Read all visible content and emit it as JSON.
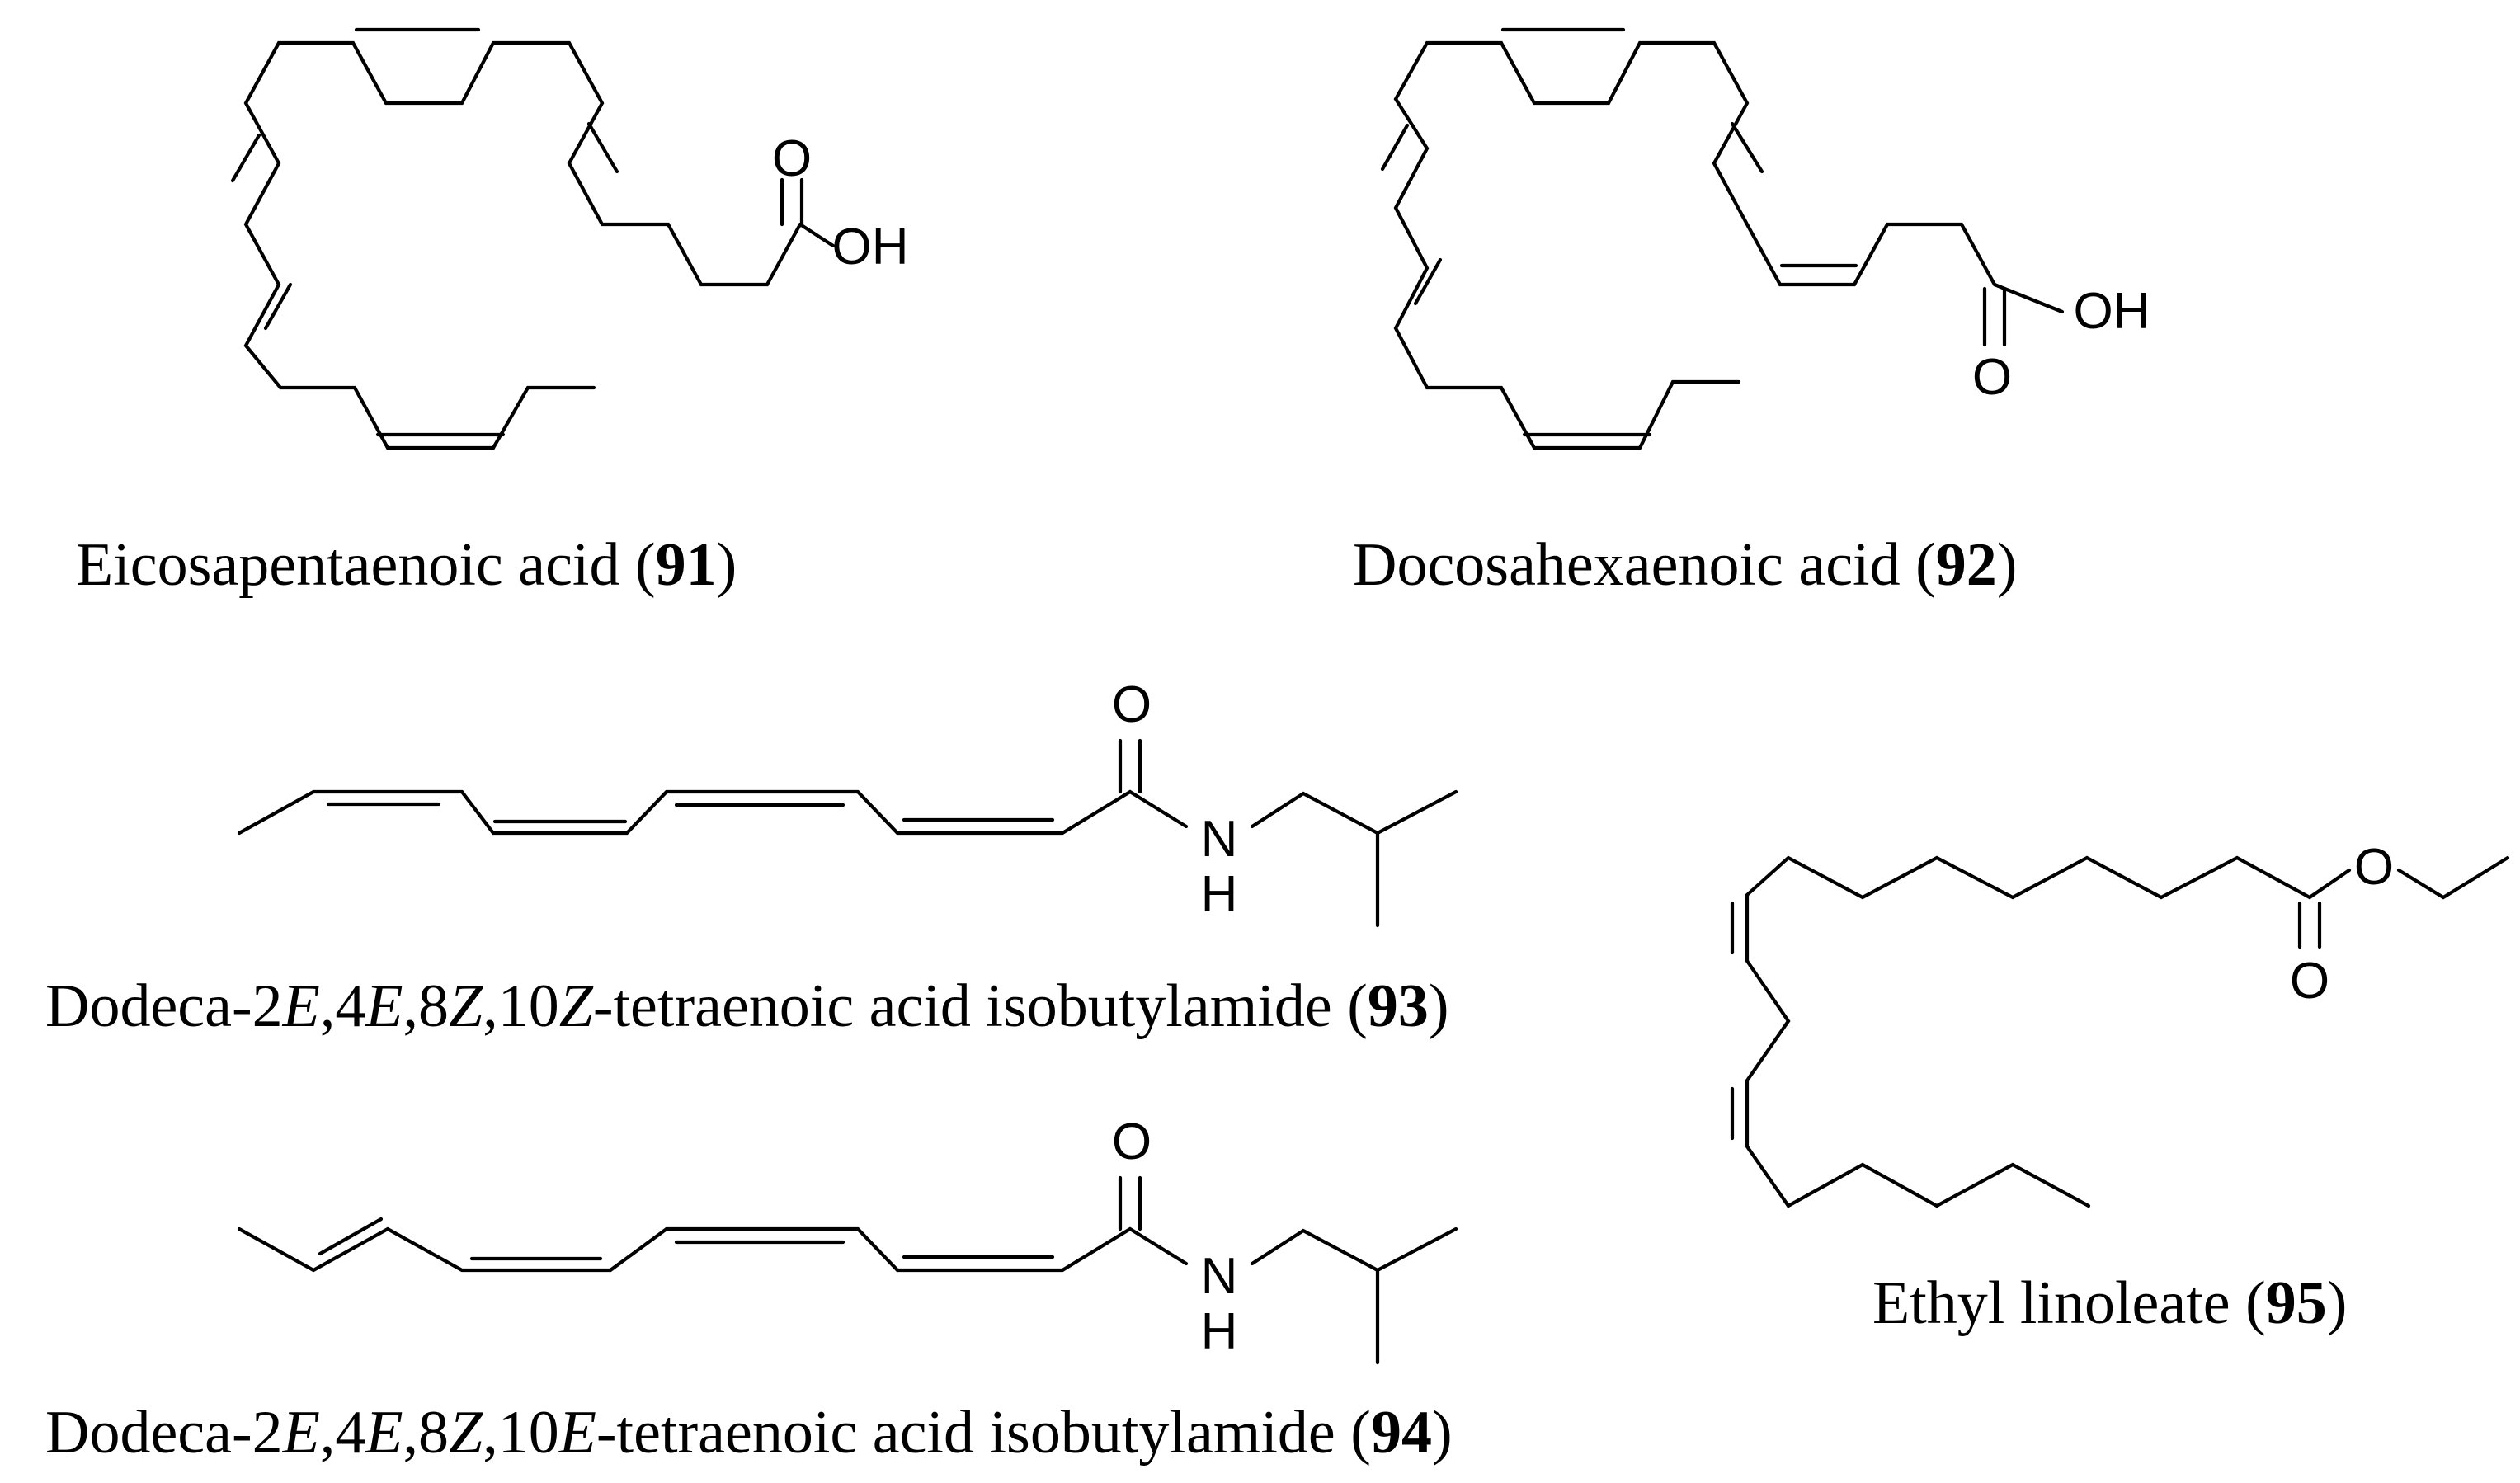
{
  "compounds": [
    {
      "id": "91",
      "name": "Eicosapentaenoic acid",
      "labels": {
        "o": "O",
        "oh": "OH"
      }
    },
    {
      "id": "92",
      "name": "Docosahexaenoic acid",
      "labels": {
        "o": "O",
        "oh": "OH"
      }
    },
    {
      "id": "93",
      "name_prefix": "Dodeca-2",
      "e1": "E",
      "sep1": ",4",
      "e2": "E",
      "sep2": ",8",
      "z1": "Z",
      "sep3": ",10",
      "z2": "Z",
      "name_suffix": "-tetraenoic acid isobutylamide",
      "labels": {
        "o": "O",
        "n": "N",
        "h": "H"
      }
    },
    {
      "id": "94",
      "name_prefix": "Dodeca-2",
      "e1": "E",
      "sep1": ",4",
      "e2": "E",
      "sep2": ",8",
      "z1": "Z",
      "sep3": ",10",
      "z2": "E",
      "name_suffix": "-tetraenoic acid isobutylamide",
      "labels": {
        "o": "O",
        "n": "N",
        "h": "H"
      }
    },
    {
      "id": "95",
      "name": "Ethyl linoleate",
      "labels": {
        "o_ester": "O",
        "o_carbonyl": "O"
      }
    }
  ],
  "punct": {
    "open": " (",
    "close": ")"
  }
}
